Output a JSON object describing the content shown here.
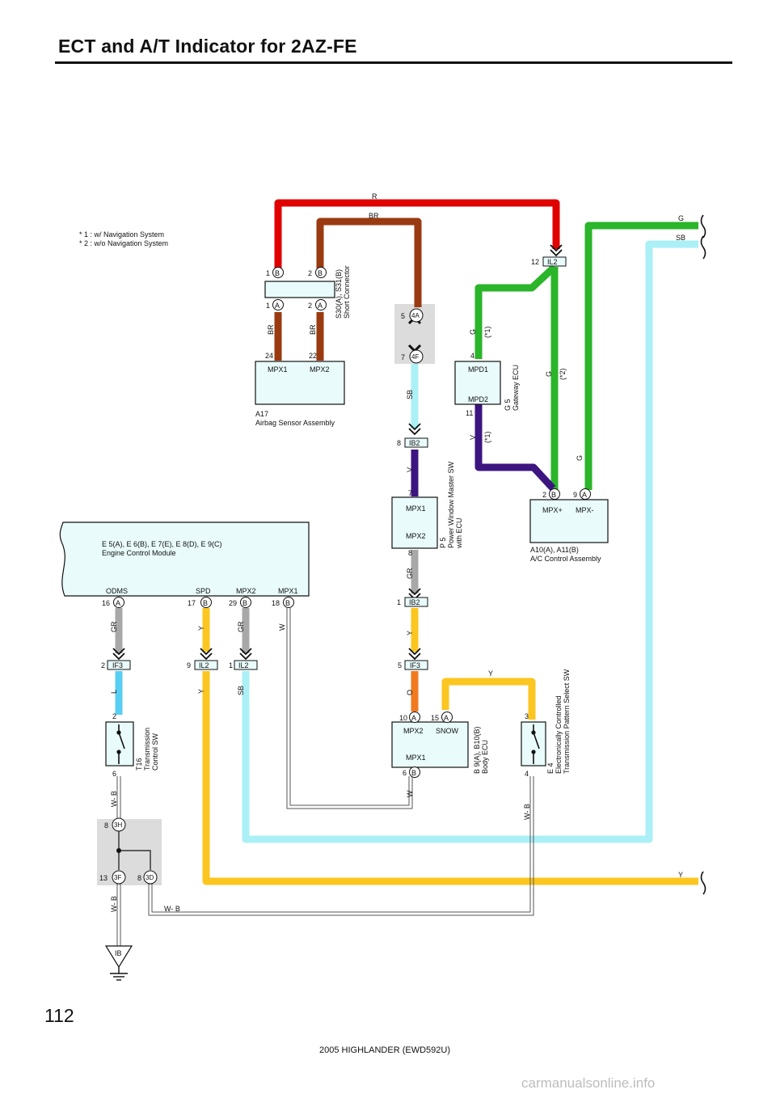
{
  "page": {
    "title": "ECT and A/T Indicator for 2AZ-FE",
    "page_number": "112",
    "footer": "2005 HIGHLANDER (EWD592U)",
    "watermark": "carmanualsonline.info"
  },
  "notes": [
    "* 1 : w/ Navigation System",
    "* 2 : w/o Navigation System"
  ],
  "colors": {
    "R": "#e00000",
    "BR": "#9a3a10",
    "G": "#2ab52a",
    "SB": "#aaf0f6",
    "V": "#3d1580",
    "GR": "#a8a8a8",
    "Y": "#fcc620",
    "L": "#58cef2",
    "O": "#f07a20",
    "W-B": "#555555",
    "W": "#777777",
    "box": "#e9fbfb",
    "splice": "#dcdcdc"
  },
  "components": {
    "a17": {
      "id": "A17",
      "name": "Airbag Sensor Assembly",
      "pins": [
        "MPX1",
        "MPX2"
      ]
    },
    "s30": {
      "id": "S30(A), S31(B)",
      "name": "Short Connector"
    },
    "g5": {
      "id": "G 5",
      "name": "Gateway ECU",
      "pins": [
        "MPD1",
        "MPD2"
      ]
    },
    "p5": {
      "id": "P 5",
      "name": "Power Window Master SW",
      "name2": "with ECU",
      "pins": [
        "MPX1",
        "MPX2"
      ]
    },
    "a10": {
      "id": "A10(A), A11(B)",
      "name": "A/C Control Assembly",
      "pins": [
        "MPX+",
        "MPX-"
      ]
    },
    "ecm": {
      "id": "E 5(A), E 6(B), E 7(E), E 8(D), E 9(C)",
      "name": "Engine Control Module",
      "pins": [
        "ODMS",
        "SPD",
        "MPX2",
        "MPX1"
      ]
    },
    "t16": {
      "id": "T16",
      "name": "Transmission",
      "name2": "Control SW"
    },
    "b9": {
      "id": "B 9(A), B10(B)",
      "name": "Body ECU",
      "pins": [
        "MPX2",
        "SNOW",
        "MPX1"
      ]
    },
    "e4": {
      "id": "E 4",
      "name": "Electronically Controlled",
      "name2": "Transmission Pattern Select SW"
    },
    "ib": {
      "id": "IB"
    }
  },
  "connectors": {
    "il2_top": "IL2",
    "ib2_a": "IB2",
    "ib2_b": "IB2",
    "if3_a": "IF3",
    "il2_a": "IL2",
    "il2_b": "IL2",
    "if3_b": "IF3",
    "c4a": "4A",
    "c4f": "4F",
    "c3h": "3H",
    "c3f": "3F",
    "c3d": "3D"
  },
  "wire_labels": {
    "r": "R",
    "br": "BR",
    "g": "G",
    "sb": "SB",
    "y": "Y",
    "wb": "W- B",
    "w": "W",
    "o": "O",
    "l": "L",
    "v": "V",
    "gr": "GR",
    "star1": "(*1)",
    "star2": "(*2)"
  },
  "pins": {
    "p1": "1",
    "p2": "2",
    "p3": "3",
    "p4": "4",
    "p5": "5",
    "p6": "6",
    "p7": "7",
    "p8": "8",
    "p9": "9",
    "p10": "10",
    "p11": "11",
    "p12": "12",
    "p13": "13",
    "p15": "15",
    "p16": "16",
    "p17": "17",
    "p18": "18",
    "p22": "22",
    "p24": "24",
    "p29": "29",
    "A": "A",
    "B": "B"
  }
}
